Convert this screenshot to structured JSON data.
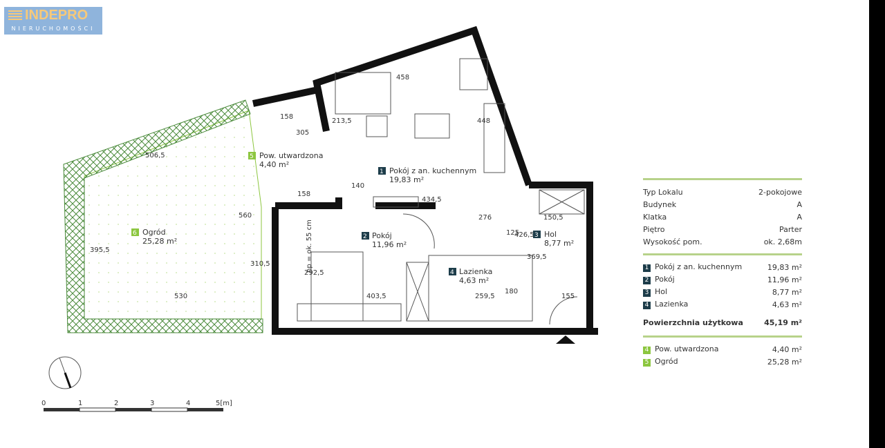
{
  "logo": {
    "name": "INDEPRO",
    "sub": "NIERUCHOMOŚCI"
  },
  "info": [
    {
      "label": "Typ Lokalu",
      "value": "2-pokojowe"
    },
    {
      "label": "Budynek",
      "value": "A"
    },
    {
      "label": "Klatka",
      "value": "A"
    },
    {
      "label": "Piętro",
      "value": "Parter"
    },
    {
      "label": "Wysokość pom.",
      "value": "ok. 2,68m"
    }
  ],
  "rooms": [
    {
      "n": "1",
      "label": "Pokój z an. kuchennym",
      "value": "19,83 m²"
    },
    {
      "n": "2",
      "label": "Pokój",
      "value": "11,96 m²"
    },
    {
      "n": "3",
      "label": "Hol",
      "value": "8,77 m²"
    },
    {
      "n": "4",
      "label": "Lazienka",
      "value": "4,63 m²"
    }
  ],
  "total": {
    "label": "Powierzchnia użytkowa",
    "value": "45,19 m²"
  },
  "extra": [
    {
      "n": "4",
      "label": "Pow. utwardzona",
      "value": "4,40 m²"
    },
    {
      "n": "5",
      "label": "Ogród",
      "value": "25,28 m²"
    }
  ],
  "plan": {
    "rooms": [
      {
        "n": "1",
        "label": "Pokój z an. kuchennym",
        "area": "19,83 m²"
      },
      {
        "n": "2",
        "label": "Pokój",
        "area": "11,96 m²"
      },
      {
        "n": "3",
        "label": "Hol",
        "area": "8,77 m²"
      },
      {
        "n": "4",
        "label": "Lazienka",
        "area": "4,63 m²"
      },
      {
        "n": "5",
        "label": "Pow. utwardzona",
        "area": "4,40 m²"
      },
      {
        "n": "6",
        "label": "Ogród",
        "area": "25,28 m²"
      }
    ],
    "dims": [
      "458",
      "448",
      "213,5",
      "158",
      "305",
      "506,5",
      "560",
      "158",
      "140",
      "434,5",
      "276",
      "150,5",
      "125",
      "426,5",
      "369,5",
      "292,5",
      "403,5",
      "310,5",
      "395,5",
      "530",
      "259,5",
      "180",
      "155"
    ],
    "note": "hp = ok. 55 cm"
  },
  "scale": [
    "0",
    "1",
    "2",
    "3",
    "4",
    "5[m]"
  ],
  "colors": {
    "accent": "#8cc63f",
    "dark": "#1d3d4a",
    "line": "#b7d28a"
  }
}
